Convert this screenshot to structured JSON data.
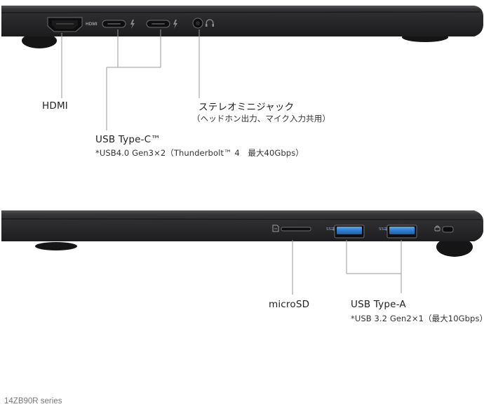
{
  "top_view": {
    "port_marks": {
      "hdmi_logo": "HDMI"
    },
    "labels": {
      "hdmi": "HDMI",
      "usb_c_title": "USB Type-C™",
      "usb_c_note": "*USB4.0 Gen3×2（Thunderbolt™ 4　最大40Gbps）",
      "audio_title": "ステレオミニジャック",
      "audio_note": "（ヘッドホン出力、マイク入力共用）"
    }
  },
  "bottom_view": {
    "labels": {
      "microsd": "microSD",
      "usb_a_title": "USB Type-A",
      "usb_a_note": "*USB 3.2 Gen2×1（最大10Gbps）"
    }
  },
  "footer": {
    "series": "14ZB90R series"
  },
  "colors": {
    "chassis": "#2b2b2d",
    "chassis_edge": "#1a1a1b",
    "usb_a_blue": "#2f7fd0",
    "callout_line": "#9a9a9a"
  },
  "icons": [
    "thunderbolt-icon",
    "headset-icon",
    "sd-card-icon",
    "superspeed-usb-icon",
    "kensington-lock-icon"
  ]
}
